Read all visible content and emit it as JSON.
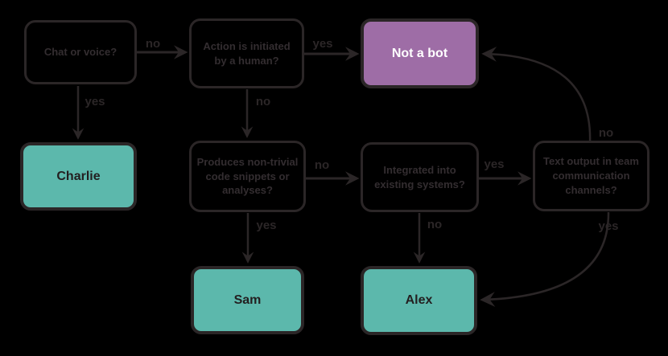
{
  "theme": {
    "bg": "#000000",
    "line": "#2b2627",
    "qtext": "#332d30",
    "teal": "#5cb8ac",
    "purple": "#9e6da6",
    "ink": "#231f20",
    "light": "#ffffff"
  },
  "nodes": {
    "chat": {
      "label": "Chat or voice?",
      "type": "decision"
    },
    "action": {
      "label": "Action is initiated by a human?",
      "type": "decision"
    },
    "not_a_bot": {
      "label": "Not a bot",
      "type": "terminal",
      "color": "#9e6da6"
    },
    "charlie": {
      "label": "Charlie",
      "type": "terminal",
      "color": "#5cb8ac"
    },
    "produces": {
      "label": "Produces non-trivial code snippets or analyses?",
      "type": "decision"
    },
    "integrated": {
      "label": "Integrated into existing systems?",
      "type": "decision"
    },
    "text_output": {
      "label": "Text output in team communication channels?",
      "type": "decision"
    },
    "sam": {
      "label": "Sam",
      "type": "terminal",
      "color": "#5cb8ac"
    },
    "alex": {
      "label": "Alex",
      "type": "terminal",
      "color": "#5cb8ac"
    }
  },
  "edges": {
    "chat_to_action": {
      "label": "no"
    },
    "chat_to_charlie": {
      "label": "yes"
    },
    "action_to_not_a_bot": {
      "label": "yes"
    },
    "action_to_produces": {
      "label": "no"
    },
    "produces_to_integrated": {
      "label": "no"
    },
    "produces_to_sam": {
      "label": "yes"
    },
    "integrated_to_text_output": {
      "label": "yes"
    },
    "integrated_to_alex": {
      "label": "no"
    },
    "text_output_to_not_a_bot": {
      "label": "no"
    },
    "text_output_to_alex": {
      "label": "yes"
    }
  }
}
